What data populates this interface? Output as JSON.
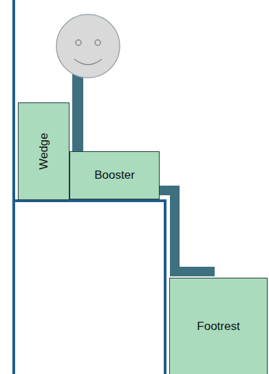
{
  "diagram": {
    "nodes": [
      {
        "text": [
          "Wedge"
        ]
      },
      {
        "text": [
          "Booster"
        ]
      },
      {
        "text": [
          "Footrest"
        ]
      }
    ]
  }
}
